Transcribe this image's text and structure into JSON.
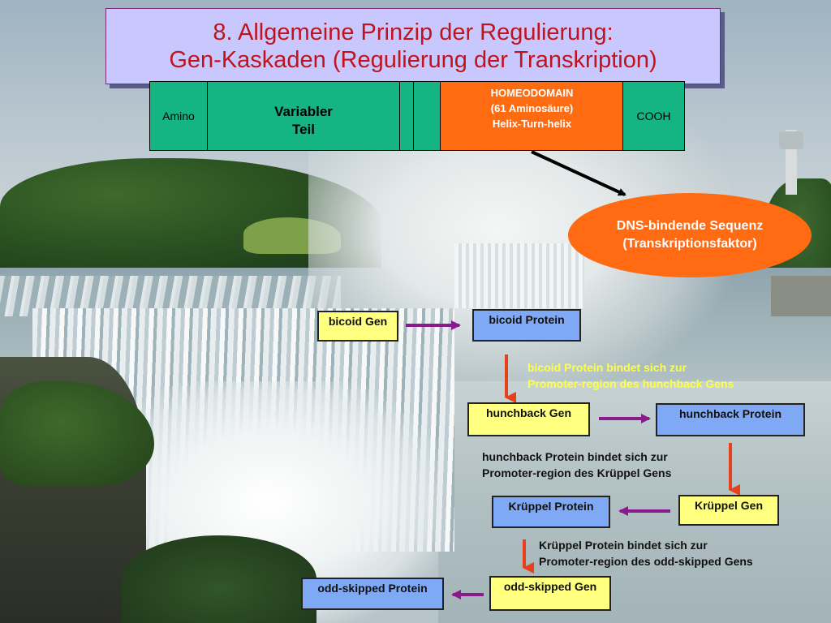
{
  "title": {
    "line1": "8. Allgemeine Prinzip der Regulierung:",
    "line2": "Gen-Kaskaden (Regulierung der Transkription)"
  },
  "protein_bar": {
    "amino": "Amino",
    "variabler_line1": "Variabler",
    "variabler_line2": "Teil",
    "homeodomain_line1": "HOMEODOMAIN",
    "homeodomain_line2": "(61 Aminosäure)",
    "homeodomain_line3": "Helix-Turn-helix",
    "cooh": "COOH"
  },
  "dna_binding": {
    "line1": "DNS-bindende Sequenz",
    "line2": "(Transkriptionsfaktor)"
  },
  "cascade": {
    "bicoid_gene": "bicoid Gen",
    "bicoid_protein": "bicoid Protein",
    "note_bicoid_line1": "bicoid Protein bindet sich zur",
    "note_bicoid_line2": "Promoter-region des hunchback Gens",
    "hunchback_gene": "hunchback Gen",
    "hunchback_protein": "hunchback Protein",
    "note_hunchback_line1": "hunchback Protein bindet sich zur",
    "note_hunchback_line2": "Promoter-region des Krüppel Gens",
    "krueppel_protein": "Krüppel Protein",
    "krueppel_gene": "Krüppel Gen",
    "note_krueppel_line1": "Krüppel Protein bindet sich zur",
    "note_krueppel_line2": "Promoter-region des odd-skipped Gens",
    "odd_skipped_protein": "odd-skipped Protein",
    "odd_skipped_gene": "odd-skipped Gen"
  },
  "colors": {
    "title_text": "#c0131b",
    "title_bg": "#c8c8ff",
    "domain_green": "#14b583",
    "homeodomain_orange": "#ff6b10",
    "gene_box": "#ffff80",
    "protein_box": "#7fa8f5",
    "translation_arrow": "#8b1a8b",
    "regulation_arrow": "#e8401a"
  }
}
